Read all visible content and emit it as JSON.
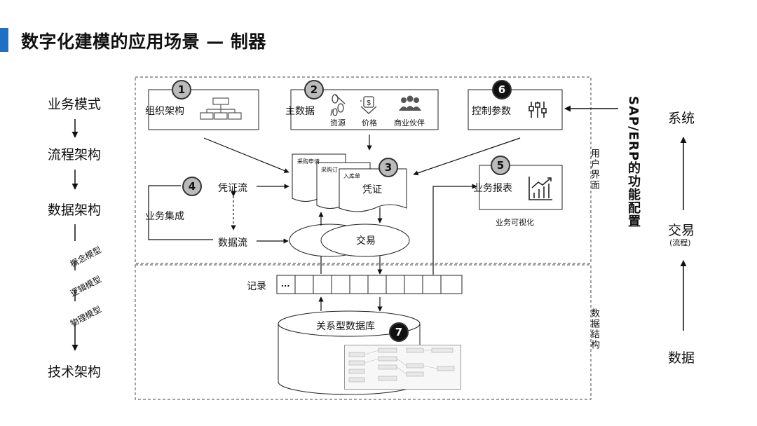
{
  "title": "数字化建模的应用场景 — 制器",
  "left_column": {
    "items": [
      "业务模式",
      "流程架构",
      "数据架构",
      "技术架构"
    ],
    "sub_items": [
      "概念模型",
      "逻辑模型",
      "物理模型"
    ]
  },
  "right_column": {
    "items": [
      "系统",
      "交易",
      "数据"
    ],
    "trade_note": "(流程)"
  },
  "sap_label": "SAP/ERP的功能配置",
  "ui_label": "用户界面",
  "data_structure_label": "数据结构",
  "boxes": {
    "org": {
      "num": "1",
      "label": "组织架构"
    },
    "master": {
      "num": "2",
      "label": "主数据",
      "icons": [
        "资源",
        "价格",
        "商业伙伴"
      ]
    },
    "voucher": {
      "num": "3",
      "docs": [
        "采购申请",
        "采购订",
        "入库单"
      ],
      "main": "凭证"
    },
    "voucher_flow": {
      "num": "4",
      "label": "凭证流"
    },
    "report": {
      "num": "5",
      "label": "业务报表",
      "caption": "业务可视化"
    },
    "control": {
      "num": "6",
      "label": "控制参数"
    },
    "db": {
      "num": "7",
      "label": "关系型数据库"
    }
  },
  "business_integration": "业务集成",
  "data_flow": "数据流",
  "transaction": "交易",
  "record": {
    "label": "记录",
    "first_cell": "..."
  },
  "colors": {
    "accent": "#1f6fc5",
    "badge": "#bbbbbb",
    "badge_dark": "#111111"
  }
}
